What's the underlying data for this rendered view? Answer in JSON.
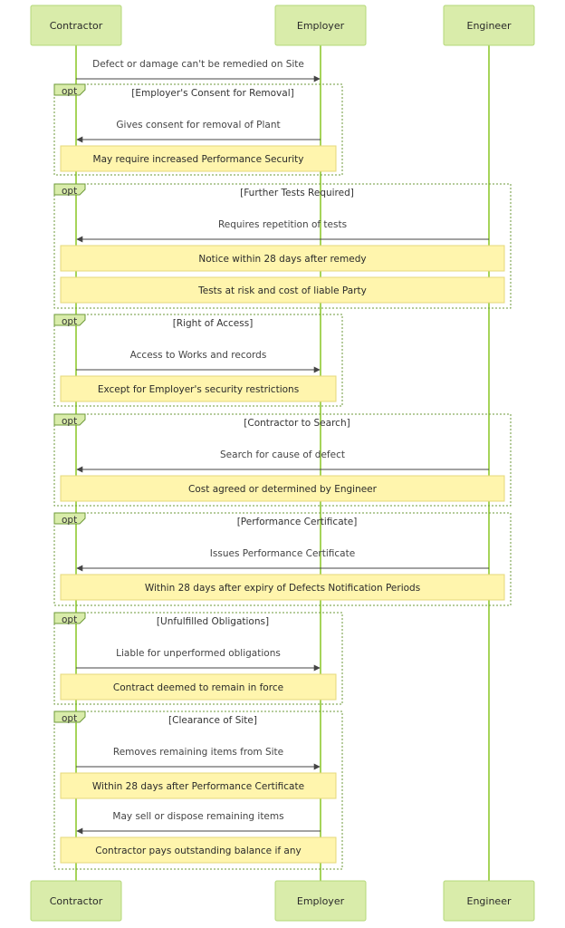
{
  "actors": [
    {
      "id": "contractor",
      "label": "Contractor"
    },
    {
      "id": "employer",
      "label": "Employer"
    },
    {
      "id": "engineer",
      "label": "Engineer"
    }
  ],
  "opening_message": {
    "from": "contractor",
    "to": "employer",
    "text": "Defect or damage can't be remedied on Site"
  },
  "opt_label": "opt",
  "blocks": [
    {
      "condition": "[Employer's Consent for Removal]",
      "span": "contractor-employer",
      "items": [
        {
          "kind": "message",
          "from": "employer",
          "to": "contractor",
          "text": "Gives consent for removal of Plant"
        },
        {
          "kind": "note",
          "text": "May require increased Performance Security"
        }
      ]
    },
    {
      "condition": "[Further Tests Required]",
      "span": "contractor-engineer",
      "items": [
        {
          "kind": "message",
          "from": "engineer",
          "to": "contractor",
          "text": "Requires repetition of tests"
        },
        {
          "kind": "note",
          "text": "Notice within 28 days after remedy"
        },
        {
          "kind": "note",
          "text": "Tests at risk and cost of liable Party"
        }
      ]
    },
    {
      "condition": "[Right of Access]",
      "span": "contractor-employer",
      "items": [
        {
          "kind": "message",
          "from": "contractor",
          "to": "employer",
          "text": "Access to Works and records"
        },
        {
          "kind": "note",
          "text": "Except for Employer's security restrictions"
        }
      ]
    },
    {
      "condition": "[Contractor to Search]",
      "span": "contractor-engineer",
      "items": [
        {
          "kind": "message",
          "from": "engineer",
          "to": "contractor",
          "text": "Search for cause of defect"
        },
        {
          "kind": "note",
          "text": "Cost agreed or determined by Engineer"
        }
      ]
    },
    {
      "condition": "[Performance Certificate]",
      "span": "contractor-engineer",
      "items": [
        {
          "kind": "message",
          "from": "engineer",
          "to": "contractor",
          "text": "Issues Performance Certificate"
        },
        {
          "kind": "note",
          "text": "Within 28 days after expiry of Defects Notification Periods"
        }
      ]
    },
    {
      "condition": "[Unfulfilled Obligations]",
      "span": "contractor-employer",
      "items": [
        {
          "kind": "message",
          "from": "contractor",
          "to": "employer",
          "text": "Liable for unperformed obligations"
        },
        {
          "kind": "note",
          "text": "Contract deemed to remain in force"
        }
      ]
    },
    {
      "condition": "[Clearance of Site]",
      "span": "contractor-employer",
      "items": [
        {
          "kind": "message",
          "from": "contractor",
          "to": "employer",
          "text": "Removes remaining items from Site"
        },
        {
          "kind": "note",
          "text": "Within 28 days after Performance Certificate"
        },
        {
          "kind": "message",
          "from": "employer",
          "to": "contractor",
          "text": "May sell or dispose remaining items"
        },
        {
          "kind": "note",
          "text": "Contractor pays outstanding balance if any"
        }
      ]
    }
  ],
  "colors": {
    "actor_fill": "#d9ecaa",
    "lifeline": "#a6d45a",
    "note_fill": "#fff5ad",
    "frame_stroke": "#6e9a3a",
    "message_line": "#444444"
  }
}
